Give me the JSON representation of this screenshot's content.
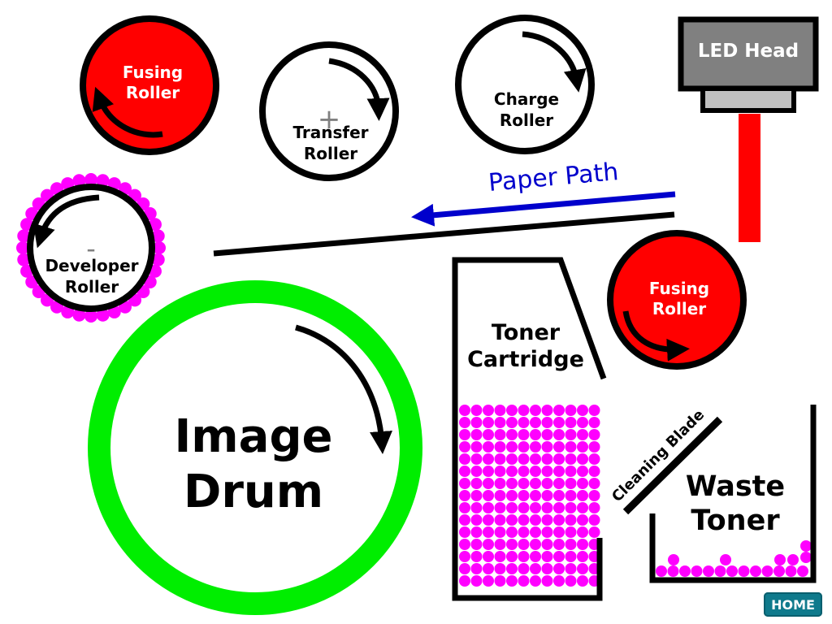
{
  "colors": {
    "fusing_fill": "#ff0000",
    "drum_ring": "#00ee00",
    "toner_dot": "#ff00ff",
    "paper_path": "#0000cc",
    "led_body": "#808080",
    "led_beam": "#ff0000",
    "home_bg": "#0f7a8c"
  },
  "labels": {
    "fusing_top_1": "Fusing",
    "fusing_top_2": "Roller",
    "transfer_sign": "+",
    "transfer_1": "Transfer",
    "transfer_2": "Roller",
    "charge_1": "Charge",
    "charge_2": "Roller",
    "led_head": "LED Head",
    "paper_path": "Paper Path",
    "developer_sign": "-",
    "developer_1": "Developer",
    "developer_2": "Roller",
    "fusing_bottom_1": "Fusing",
    "fusing_bottom_2": "Roller",
    "drum_1": "Image",
    "drum_2": "Drum",
    "toner_1": "Toner",
    "toner_2": "Cartridge",
    "cleaning_blade": "Cleaning Blade",
    "waste_1": "Waste",
    "waste_2": "Toner"
  },
  "home_button": "HOME"
}
